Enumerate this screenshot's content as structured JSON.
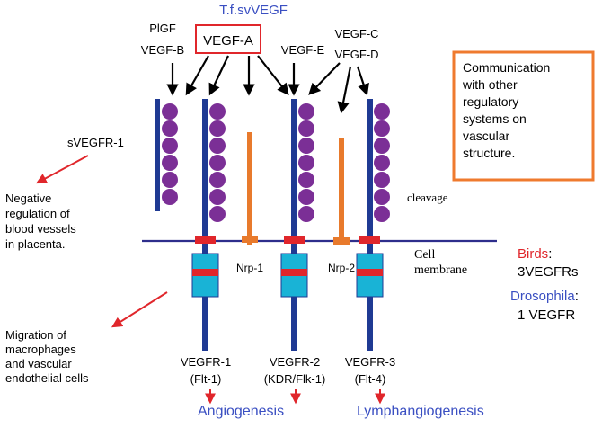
{
  "labels": {
    "tf_svvegf": "T.f.svVEGF",
    "pigf": "PlGF",
    "vegf_b": "VEGF-B",
    "vegf_a": "VEGF-A",
    "vegf_e": "VEGF-E",
    "vegf_c": "VEGF-C",
    "vegf_d": "VEGF-D",
    "svegfr1": "sVEGFR-1",
    "cleavage": "cleavage",
    "nrp1": "Nrp-1",
    "nrp2": "Nrp-2",
    "cell": "Cell",
    "membrane": "membrane",
    "vegfr1": "VEGFR-1",
    "flt1": "(Flt-1)",
    "vegfr2": "VEGFR-2",
    "kdr": "(KDR/Flk-1)",
    "vegfr3": "VEGFR-3",
    "flt4": "(Flt-4)",
    "angiogenesis": "Angiogenesis",
    "lymphangiogenesis": "Lymphangiogenesis"
  },
  "neg_reg": [
    "Negative",
    "regulation of",
    "blood vessels",
    "in placenta."
  ],
  "migration": [
    "Migration of",
    "macrophages",
    "and vascular",
    "endothelial cells"
  ],
  "communication": [
    "Communication",
    "with other",
    "regulatory",
    "systems on",
    "vascular",
    "structure."
  ],
  "species": {
    "birds": "Birds",
    "birds_colon": ":",
    "birds_count": "3VEGFRs",
    "drosophila": "Drosophila",
    "dros_colon": ":",
    "dros_count": "1 VEGFR"
  },
  "colors": {
    "receptor_blue": "#1f3a93",
    "ig_domain_purple": "#7b2f96",
    "membrane_line": "#2e2e8c",
    "kinase_cyan": "#19b3d6",
    "red_marker": "#e0262b",
    "neuropilin_orange": "#e87a2c",
    "outcome_blue": "#3a4fc2",
    "comm_box_orange": "#ef7a2e"
  }
}
